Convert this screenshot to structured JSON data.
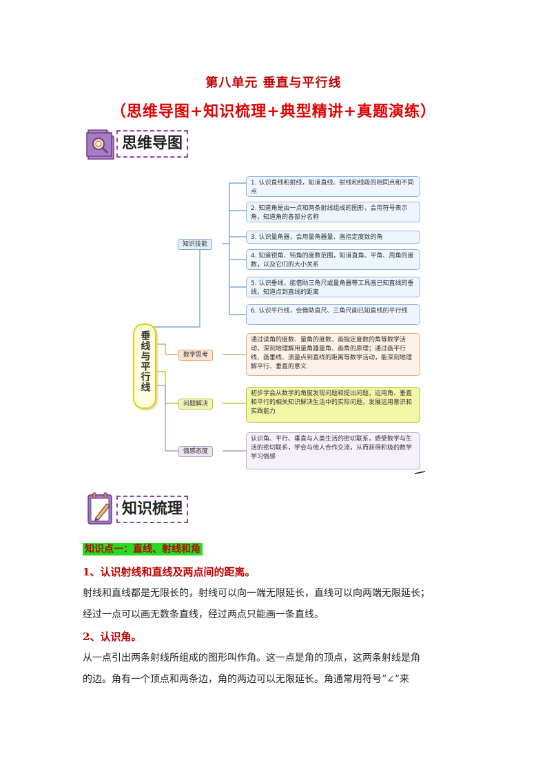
{
  "title": "第八单元 垂直与平行线",
  "subtitle": "（思维导图+知识梳理+典型精讲+真题演练）",
  "sections": {
    "mindmap_label": "思维导图",
    "knowledge_label": "知识梳理"
  },
  "mindmap": {
    "center": "垂线与平行线",
    "branches": {
      "skill": "知识技能",
      "think": "数学思考",
      "solve": "问题解决",
      "emotion": "情感态度"
    },
    "skill_items": [
      "1. 认识直线和射线，知道直线、射线和线段的相同点和不同点",
      "2. 知道角是由一点和两条射线组成的图形，会用符号表示角，知道角的各部分名称",
      "3. 认识量角器，会用量角器量、画指定度数的角",
      "4. 知道锐角、钝角的度数范围，知道直角、平角、周角的度数，以及它们的大小关系",
      "5. 认识垂线，能借助三角尺或量角器等工具画已知直线的垂线，知道点到直线的距离",
      "6. 认识平行线，会借助直尺、三角尺画已知直线的平行线"
    ],
    "think_text": "通过读角的度数、量角的度数、画指定度数的角等数学活动，深刻地理解用量角器量角、画角的原理；通过画平行线、画垂线、测量点到直线的距离等数学活动，能深刻地理解平行、垂直的意义",
    "solve_text": "初步学会从数学的角度发现问题和提出问题，运用角、垂直和平行的相关知识解决生活中的实际问题，发展运用意识和实践能力",
    "emotion_text": "认识角、平行、垂直与人类生活的密切联系，感受数学与生活的密切联系，学会与他人合作交流，从而获得积极的数学学习情感"
  },
  "knowledge": {
    "point1_heading": "知识点一：直线、射线和角",
    "sub1_title": "1、认识射线和直线及两点间的距离。",
    "sub1_line1": "射线和直线都是无限长的，射线可以向一端无限延长，直线可以向两端无限延长；",
    "sub1_line2": "经过一点可以画无数条直线，经过两点只能画一条直线。",
    "sub2_title": "2、认识角。",
    "sub2_line1": "从一点引出两条射线所组成的图形叫作角。这一点是角的顶点，这两条射线是角",
    "sub2_line2": "的边。角有一个顶点和两条边，角的两边可以无限延长。角通常用符号”∠”来"
  },
  "colors": {
    "title_red": "#c00000",
    "section_border": "#8e44ad",
    "highlight_green": "#22dd22"
  }
}
